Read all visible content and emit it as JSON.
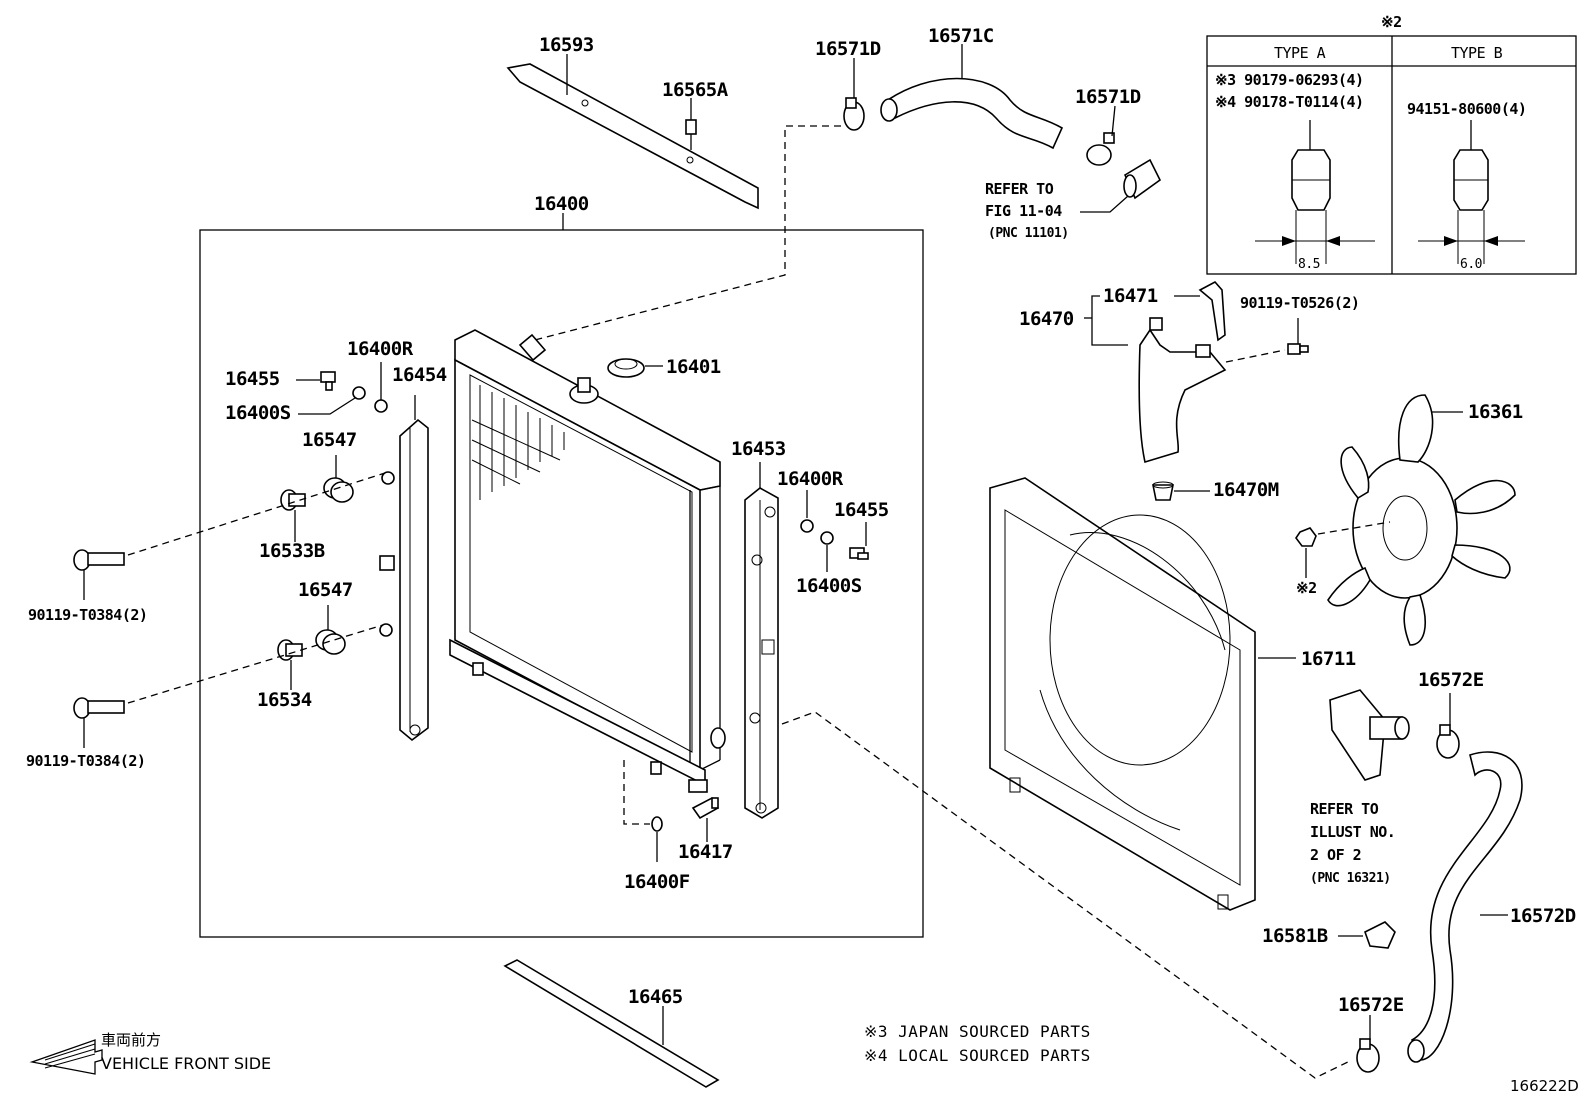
{
  "labels": {
    "p16593": "16593",
    "p16565A": "16565A",
    "p16571D_top": "16571D",
    "p16571C": "16571C",
    "p16571D_right": "16571D",
    "refer_fig_line1": "REFER TO",
    "refer_fig_line2": "FIG 11-04",
    "refer_fig_line3": "(PNC 11101)",
    "p16400": "16400",
    "p16400R_left": "16400R",
    "p16454": "16454",
    "p16455_left": "16455",
    "p16400S_left": "16400S",
    "p16547_upper": "16547",
    "p16533B": "16533B",
    "p16547_lower": "16547",
    "p16534": "16534",
    "p90119_T0384_upper": "90119-T0384(2)",
    "p90119_T0384_lower": "90119-T0384(2)",
    "p16401": "16401",
    "p16453": "16453",
    "p16400R_right": "16400R",
    "p16455_right": "16455",
    "p16400S_right": "16400S",
    "p16417": "16417",
    "p16400F": "16400F",
    "p16465": "16465",
    "p16470": "16470",
    "p16471": "16471",
    "p90119_T0526": "90119-T0526(2)",
    "p16470M": "16470M",
    "p16361": "16361",
    "note2_fan": "※2",
    "p16711": "16711",
    "p16572E_upper": "16572E",
    "refer_illust_line1": "REFER TO",
    "refer_illust_line2": "ILLUST NO.",
    "refer_illust_line3": "2 OF 2",
    "refer_illust_line4": "(PNC 16321)",
    "p16572D": "16572D",
    "p16581B": "16581B",
    "p16572E_lower": "16572E",
    "front_jp": "車両前方",
    "front_en": "VEHICLE FRONT SIDE",
    "note3": "※3 JAPAN SOURCED PARTS",
    "note4": "※4 LOCAL SOURCED PARTS",
    "figure_id": "166222D"
  },
  "type_table": {
    "marker": "※2",
    "type_a_header": "TYPE A",
    "type_b_header": "TYPE B",
    "type_a_row1": "※3 90179-06293(4)",
    "type_a_row2": "※4 90178-T0114(4)",
    "type_b_row1": "94151-80600(4)",
    "type_a_size": "8.5",
    "type_b_size": "6.0"
  }
}
